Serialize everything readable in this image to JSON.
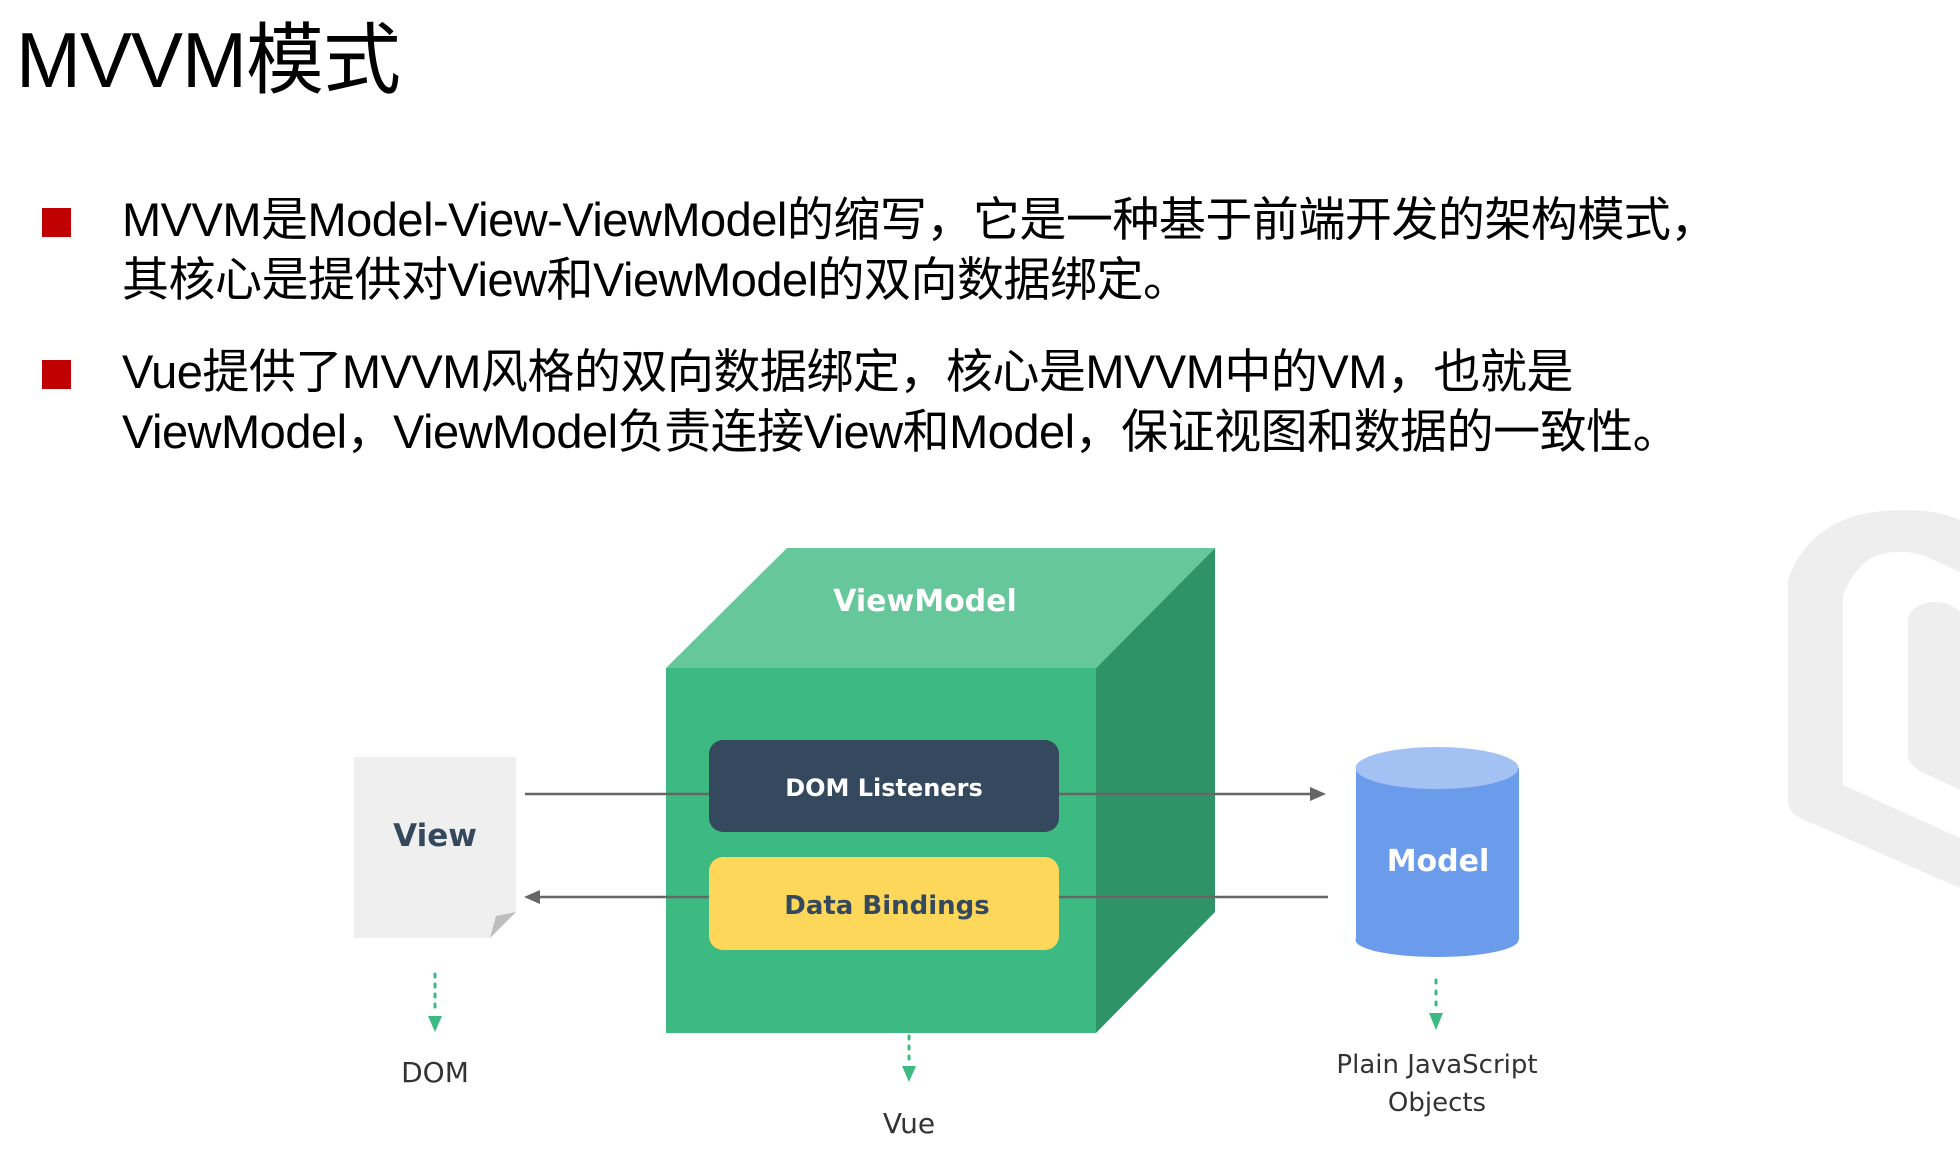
{
  "slide": {
    "title": "MVVM模式",
    "bullets": [
      {
        "lines": [
          "MVVM是Model-View-ViewModel的缩写，它是一种基于前端开发的架构模式，",
          "其核心是提供对View和ViewModel的双向数据绑定。"
        ]
      },
      {
        "lines": [
          "Vue提供了MVVM风格的双向数据绑定，核心是MVVM中的VM，也就是",
          "ViewModel，ViewModel负责连接View和Model，保证视图和数据的一致性。"
        ]
      }
    ],
    "bullet_color": "#c00000"
  },
  "diagram": {
    "viewmodel_label": "ViewModel",
    "dom_listeners_label": "DOM Listeners",
    "data_bindings_label": "Data Bindings",
    "view_label": "View",
    "model_label": "Model",
    "dom_caption": "DOM",
    "vue_caption": "Vue",
    "pjo_caption_line1": "Plain JavaScript",
    "pjo_caption_line2": "Objects",
    "colors": {
      "cube_front": "#3dba82",
      "cube_top": "#66c79a",
      "cube_side": "#2e9467",
      "dom_listeners_bg": "#34495e",
      "data_bindings_bg": "#fdd75a",
      "view_doc": "#efefef",
      "model_body": "#6b9cec",
      "model_top": "#a3c2f3",
      "arrow": "#666666",
      "dotted_arrow": "#3dba82"
    }
  }
}
